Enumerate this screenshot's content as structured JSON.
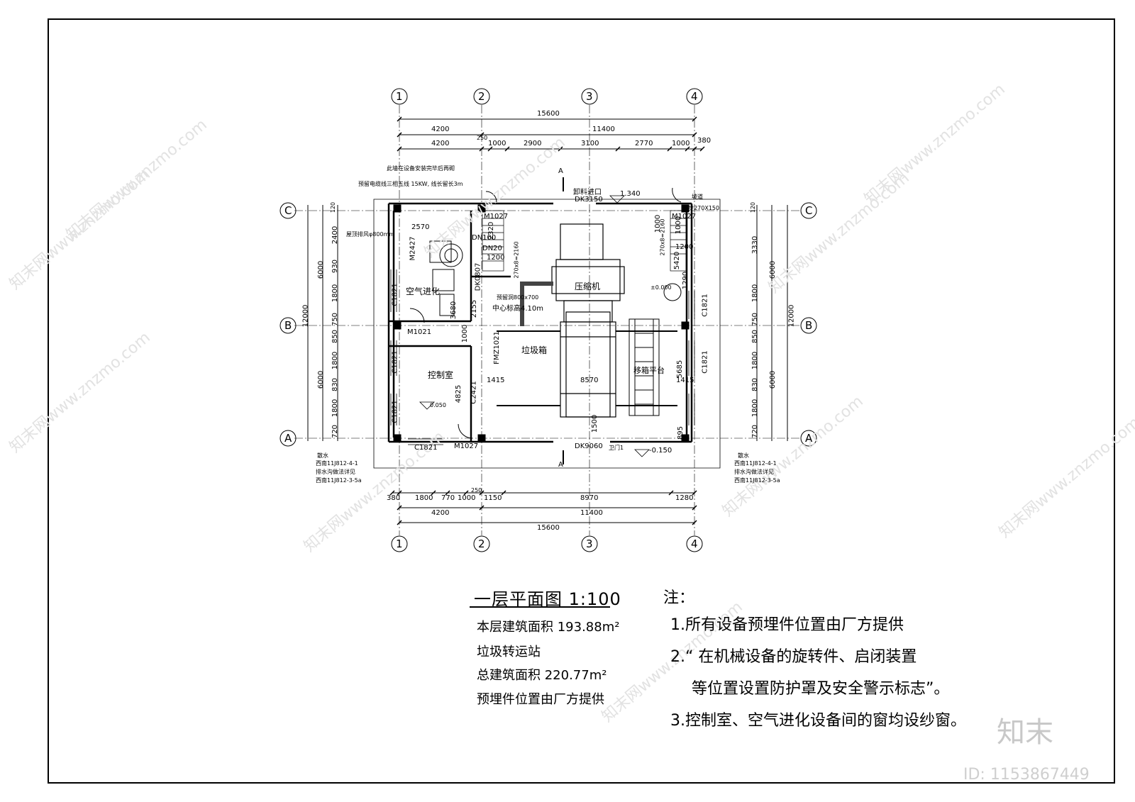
{
  "drawing": {
    "title": "一层平面图 1:100",
    "info": [
      "本层建筑面积 193.88m²",
      "垃圾转运站",
      "总建筑面积 220.77m²",
      "预埋件位置由厂方提供"
    ],
    "notes_title": "注：",
    "notes": [
      "1.所有设备预埋件位置由厂方提供",
      "2.“ 在机械设备的旋转件、启闭装置",
      "等位置设置防护罩及安全警示标志”。",
      "3.控制室、空气进化设备间的窗均设纱窗。"
    ]
  },
  "axes": {
    "columns": [
      "1",
      "2",
      "3",
      "4"
    ],
    "rows": [
      "C",
      "B",
      "A"
    ]
  },
  "dimensions": {
    "top_total": "15600",
    "top_row2": [
      "4200",
      "11400"
    ],
    "top_row3": [
      "4200",
      "250",
      "1000",
      "2900",
      "3100",
      "2770",
      "1000",
      "380"
    ],
    "bottom_row1": [
      "380",
      "1800",
      "770",
      "1000",
      "250",
      "1150",
      "8970",
      "1280"
    ],
    "bottom_row2": [
      "4200",
      "11400"
    ],
    "bottom_total": "15600",
    "left_outer": [
      "12000"
    ],
    "left_mid": [
      "6000",
      "6000"
    ],
    "left_inner": [
      "120",
      "2400",
      "930",
      "1800",
      "750",
      "850",
      "1800",
      "830",
      "1800",
      "720"
    ],
    "right_outer": [
      "12000"
    ],
    "right_mid": [
      "6000",
      "6000"
    ],
    "right_inner": [
      "120",
      "3330",
      "1800",
      "750",
      "850",
      "1800",
      "830",
      "1800",
      "720"
    ]
  },
  "labels": {
    "room_control": "控制室",
    "room_air": "空气进化",
    "compressor": "压缩机",
    "container": "垃圾箱",
    "platform": "移箱平台",
    "entry": "卸料进口",
    "door_dk3150": "DK3150",
    "door_dk9060": "DK9060",
    "door_label_bottom": "卫门1",
    "m1027_top": "M1027",
    "m1027_top_right": "M1027",
    "m1027_bottom": "M1027",
    "m1021": "M1021",
    "m2427": "M2427",
    "fmz1021": "FMZ1021",
    "c1821_items": [
      "C1821",
      "C1821",
      "C1821",
      "C1821"
    ],
    "c1821_right": [
      "C1821",
      "C1821"
    ],
    "c2421": "C2421",
    "dk0807": "DK0807",
    "level_top": "1.340",
    "level_bottom": "-0.150",
    "level_ctrl": "0.050",
    "level_pit": "±0.000",
    "hole_note": "预留洞800x700",
    "hole_center": "中心标高4.10m",
    "dn100": "DN100",
    "dn20": "DN20",
    "cable_note": "预留电缆线三相五线 15KW, 线长留长3m",
    "top_note": "此墙在设备安装完毕后再砌",
    "d800": "屋顶排风φ800mm",
    "stair_left": "270x8=2160",
    "stair_right": "270x8=2160",
    "stair_right2": "8步270X150",
    "side_a_left": "A",
    "side_a_bottom": "A",
    "dim_2570": "2570",
    "dim_2320": "2320",
    "dim_1200": "1200",
    "dim_1000": "1000",
    "dim_3680": "3680",
    "dim_2155": "2155",
    "dim_1000b": "1000",
    "dim_4825": "4825",
    "dim_1415_left": "1415",
    "dim_8570": "8570",
    "dim_1415_right": "1415",
    "dim_5685": "5685",
    "dim_895": "895",
    "dim_1500": "1500",
    "dim_1200b": "1200",
    "dim_1000r": "1000",
    "dim_1290": "1290",
    "dim_5420": "5420",
    "ref_left_1": "散水",
    "ref_left_2": "西南11J812-4-1",
    "ref_left_3": "排水沟做法详见",
    "ref_left_4": "西南11J812-3-5a",
    "ref_right_1": "散水",
    "ref_right_2": "西南11J812-4-1",
    "ref_right_3": "排水沟做法详见",
    "ref_right_4": "西南11J812-3-5a",
    "ramp_label": "坡道"
  },
  "watermark": {
    "text": "知末网www.znzmo.com",
    "brand": "知末",
    "id": "ID: 1153867449"
  }
}
